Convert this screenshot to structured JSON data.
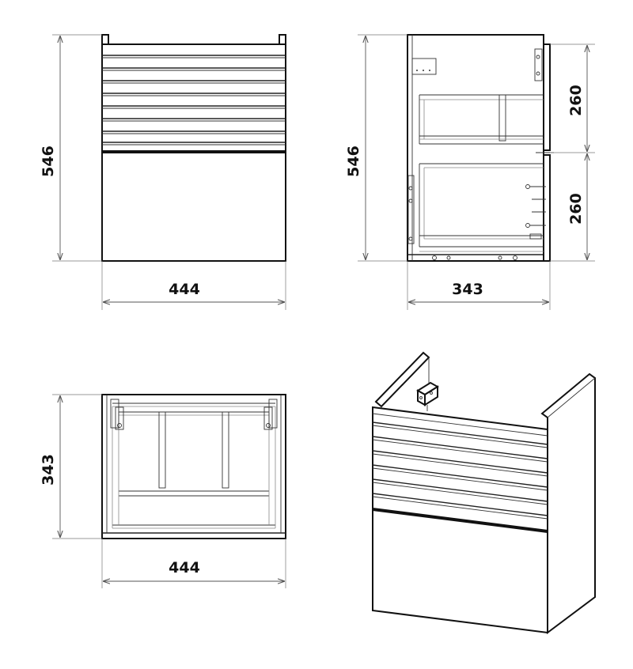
{
  "colors": {
    "line": "#111111",
    "dimension": "#555555",
    "background": "#ffffff"
  },
  "views": {
    "front": {
      "height_label": "546",
      "width_label": "444"
    },
    "side": {
      "height_label": "546",
      "depth_label": "343",
      "upper_drawer_label": "260",
      "lower_drawer_label": "260"
    },
    "top": {
      "depth_label": "343",
      "width_label": "444"
    },
    "isometric": {}
  }
}
